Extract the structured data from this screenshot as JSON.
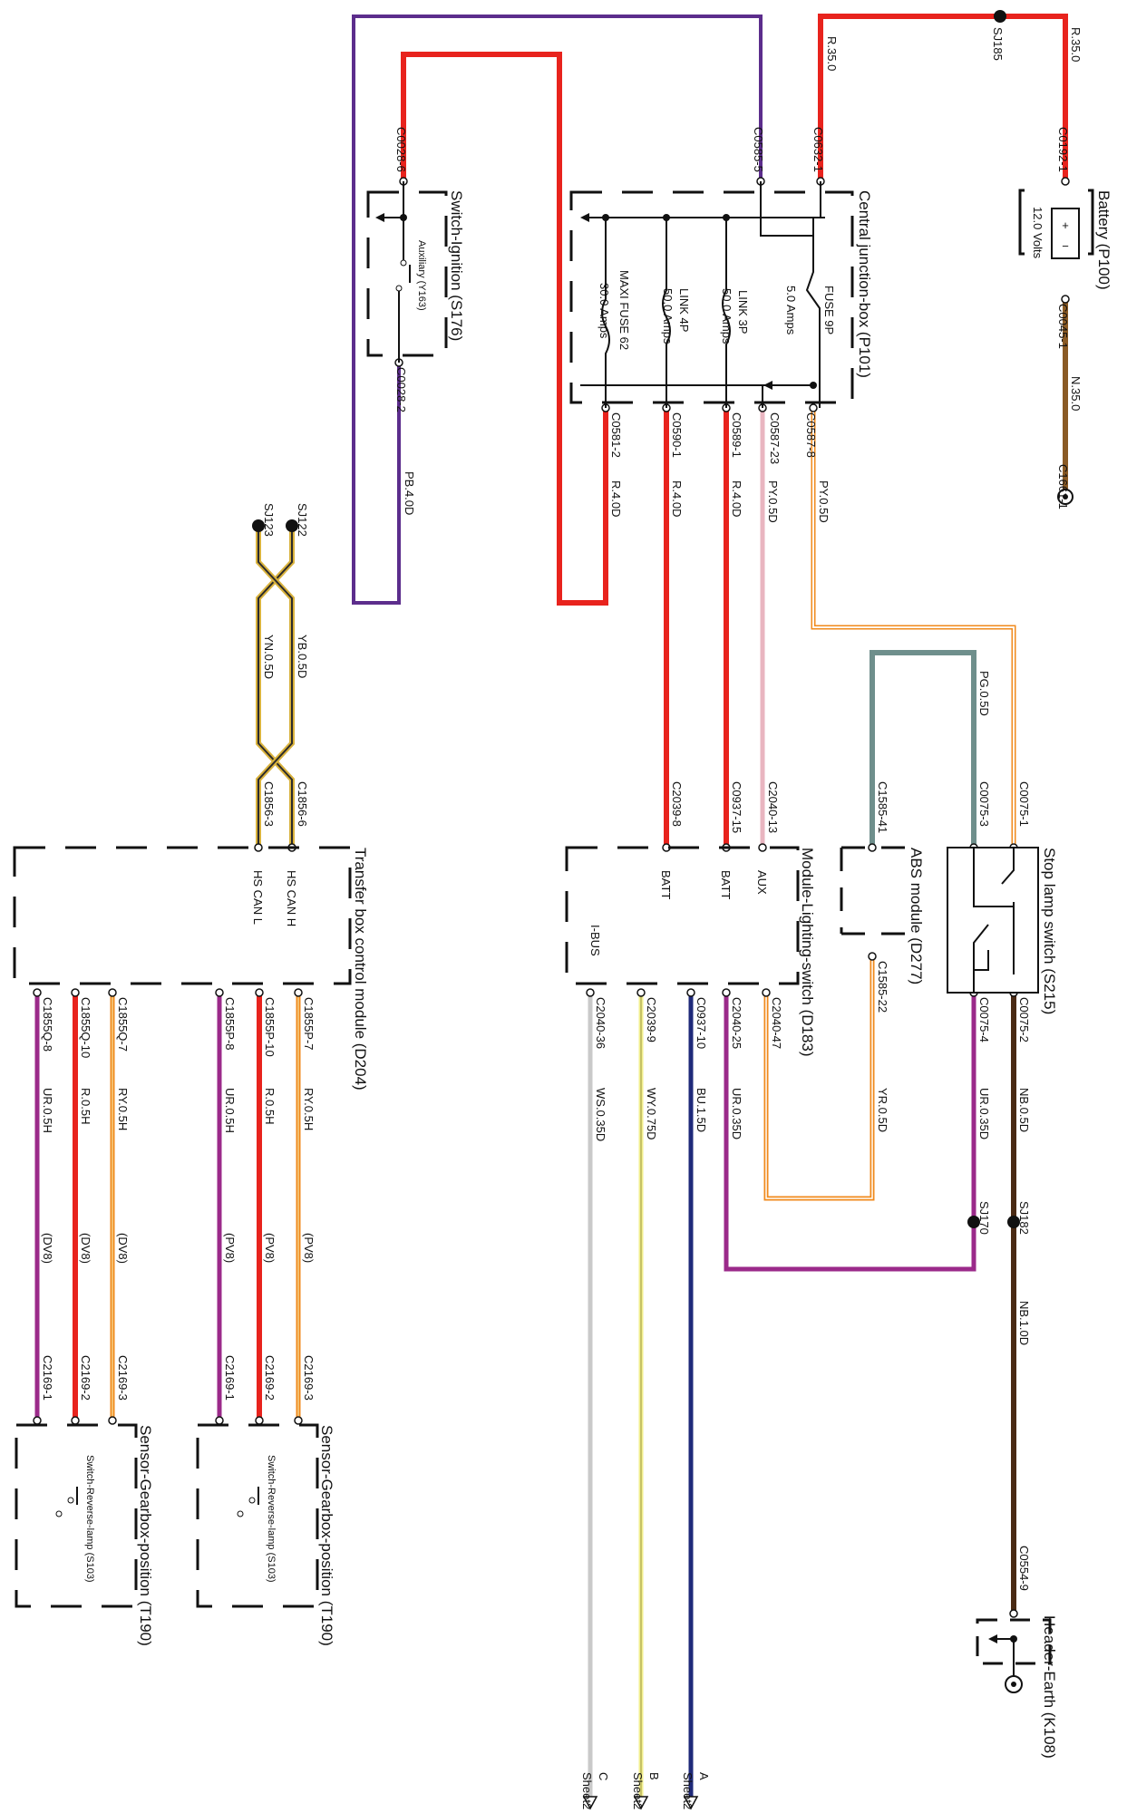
{
  "colors": {
    "red": "#e8231d",
    "purple": "#5c2d8c",
    "brown": "#8a5a24",
    "pink": "#e9b5c0",
    "orange": "#f08a1c",
    "teal": "#6f8f8c",
    "gold": "#d9b23c",
    "dark": "#2b2b2b",
    "navy": "#1f2a7a",
    "yellow": "#f2ef8e",
    "grey": "#c9c9c9",
    "magenta": "#9b2a8a"
  },
  "components": {
    "battery": "Battery (P100)",
    "battery_voltage": "12.0 Volts",
    "cjb": "Central junction-box (P101)",
    "fuse9p": "FUSE 9P",
    "fuse9p_rating": "5.0 Amps",
    "link3p": "LINK 3P",
    "link3p_rating": "50.0 Amps",
    "link4p": "LINK 4P",
    "link4p_rating": "50.0 Amps",
    "maxi62": "MAXI FUSE 62",
    "maxi62_rating": "30.0 Amps",
    "ignition": "Switch-Ignition (S176)",
    "auxiliary": "Auxiliary (Y163)",
    "stoplamp": "Stop lamp switch (S215)",
    "abs": "ABS module (D277)",
    "lighting": "Module-Lighting-switch (D183)",
    "lighting_batt1": "BATT",
    "lighting_batt2": "BATT",
    "lighting_aux": "AUX",
    "lighting_ibus": "I-BUS",
    "transfer": "Transfer box control module (D204)",
    "hs_can_h": "HS CAN H",
    "hs_can_l": "HS CAN L",
    "sensor1": "Sensor-Gearbox-position (T190)",
    "sensor2": "Sensor-Gearbox-position (T190)",
    "reverse1": "Switch-Reverse-lamp (S103)",
    "reverse2": "Switch-Reverse-lamp (S103)",
    "earth": "Header-Earth (K108)"
  },
  "connectors": {
    "sj185": "SJ185",
    "c0192_1": "C0192-1",
    "c0045_1": "C0045-1",
    "c1661_1": "C1661-1",
    "c0632_1": "C0632-1",
    "c0585_5": "C0585-5",
    "c0028_6": "C0028-6",
    "c0028_2": "C0028-2",
    "c0587_8": "C0587-8",
    "c0587_23": "C0587-23",
    "c0589_1": "C0589-1",
    "c0590_1": "C0590-1",
    "c0581_2": "C0581-2",
    "sj122": "SJ122",
    "sj123": "SJ123",
    "c1856_6": "C1856-6",
    "c1856_3": "C1856-3",
    "c2039_8": "C2039-8",
    "c0937_15": "C0937-15",
    "c2040_13": "C2040-13",
    "c1585_41": "C1585-41",
    "c0075_3": "C0075-3",
    "c0075_1": "C0075-1",
    "c0075_2": "C0075-2",
    "c0075_4": "C0075-4",
    "c1585_22": "C1585-22",
    "c2040_47": "C2040-47",
    "c2040_25": "C2040-25",
    "c0937_10": "C0937-10",
    "c2039_9": "C2039-9",
    "c2040_36": "C2040-36",
    "c1855p_7": "C1855P-7",
    "c1855p_10": "C1855P-10",
    "c1855p_8": "C1855P-8",
    "c1855q_7": "C1855Q-7",
    "c1855q_10": "C1855Q-10",
    "c1855q_8": "C1855Q-8",
    "c2169_3a": "C2169-3",
    "c2169_2a": "C2169-2",
    "c2169_1a": "C2169-1",
    "c2169_3b": "C2169-3",
    "c2169_2b": "C2169-2",
    "c2169_1b": "C2169-1",
    "sj182": "SJ182",
    "sj170": "SJ170",
    "c0554_9": "C0554-9"
  },
  "wires": {
    "r35a": "R.35.0",
    "r35b": "R.35.0",
    "n35": "N.35.0",
    "pb4": "PB.4.0D",
    "py05a": "PY.0.5D",
    "py05b": "PY.0.5D",
    "r4a": "R.4.0D",
    "r4b": "R.4.0D",
    "r4c": "R.4.0D",
    "yb05": "YB.0.5D",
    "yn05": "YN.0.5D",
    "pg05": "PG.0.5D",
    "nb05": "NB.0.5D",
    "ur035a": "UR.0.35D",
    "yr05": "YR.0.5D",
    "ur035b": "UR.0.35D",
    "bu15": "BU.1.5D",
    "wy075": "WY.0.75D",
    "ws035": "WS.0.35D",
    "nb1": "NB.1.0D",
    "ry05a": "RY.0.5H",
    "r05a": "R.0.5H",
    "ur05a": "UR.0.5H",
    "ry05b": "RY.0.5H",
    "r05b": "R.0.5H",
    "ur05b": "UR.0.5H",
    "pv8a": "(PV8)",
    "pv8b": "(PV8)",
    "pv8c": "(PV8)",
    "dv8a": "(DV8)",
    "dv8b": "(DV8)",
    "dv8c": "(DV8)"
  },
  "sheets": {
    "a_letter": "A",
    "a_sheet": "Sheet2",
    "b_letter": "B",
    "b_sheet": "Sheet2",
    "c_letter": "C",
    "c_sheet": "Sheet2"
  }
}
